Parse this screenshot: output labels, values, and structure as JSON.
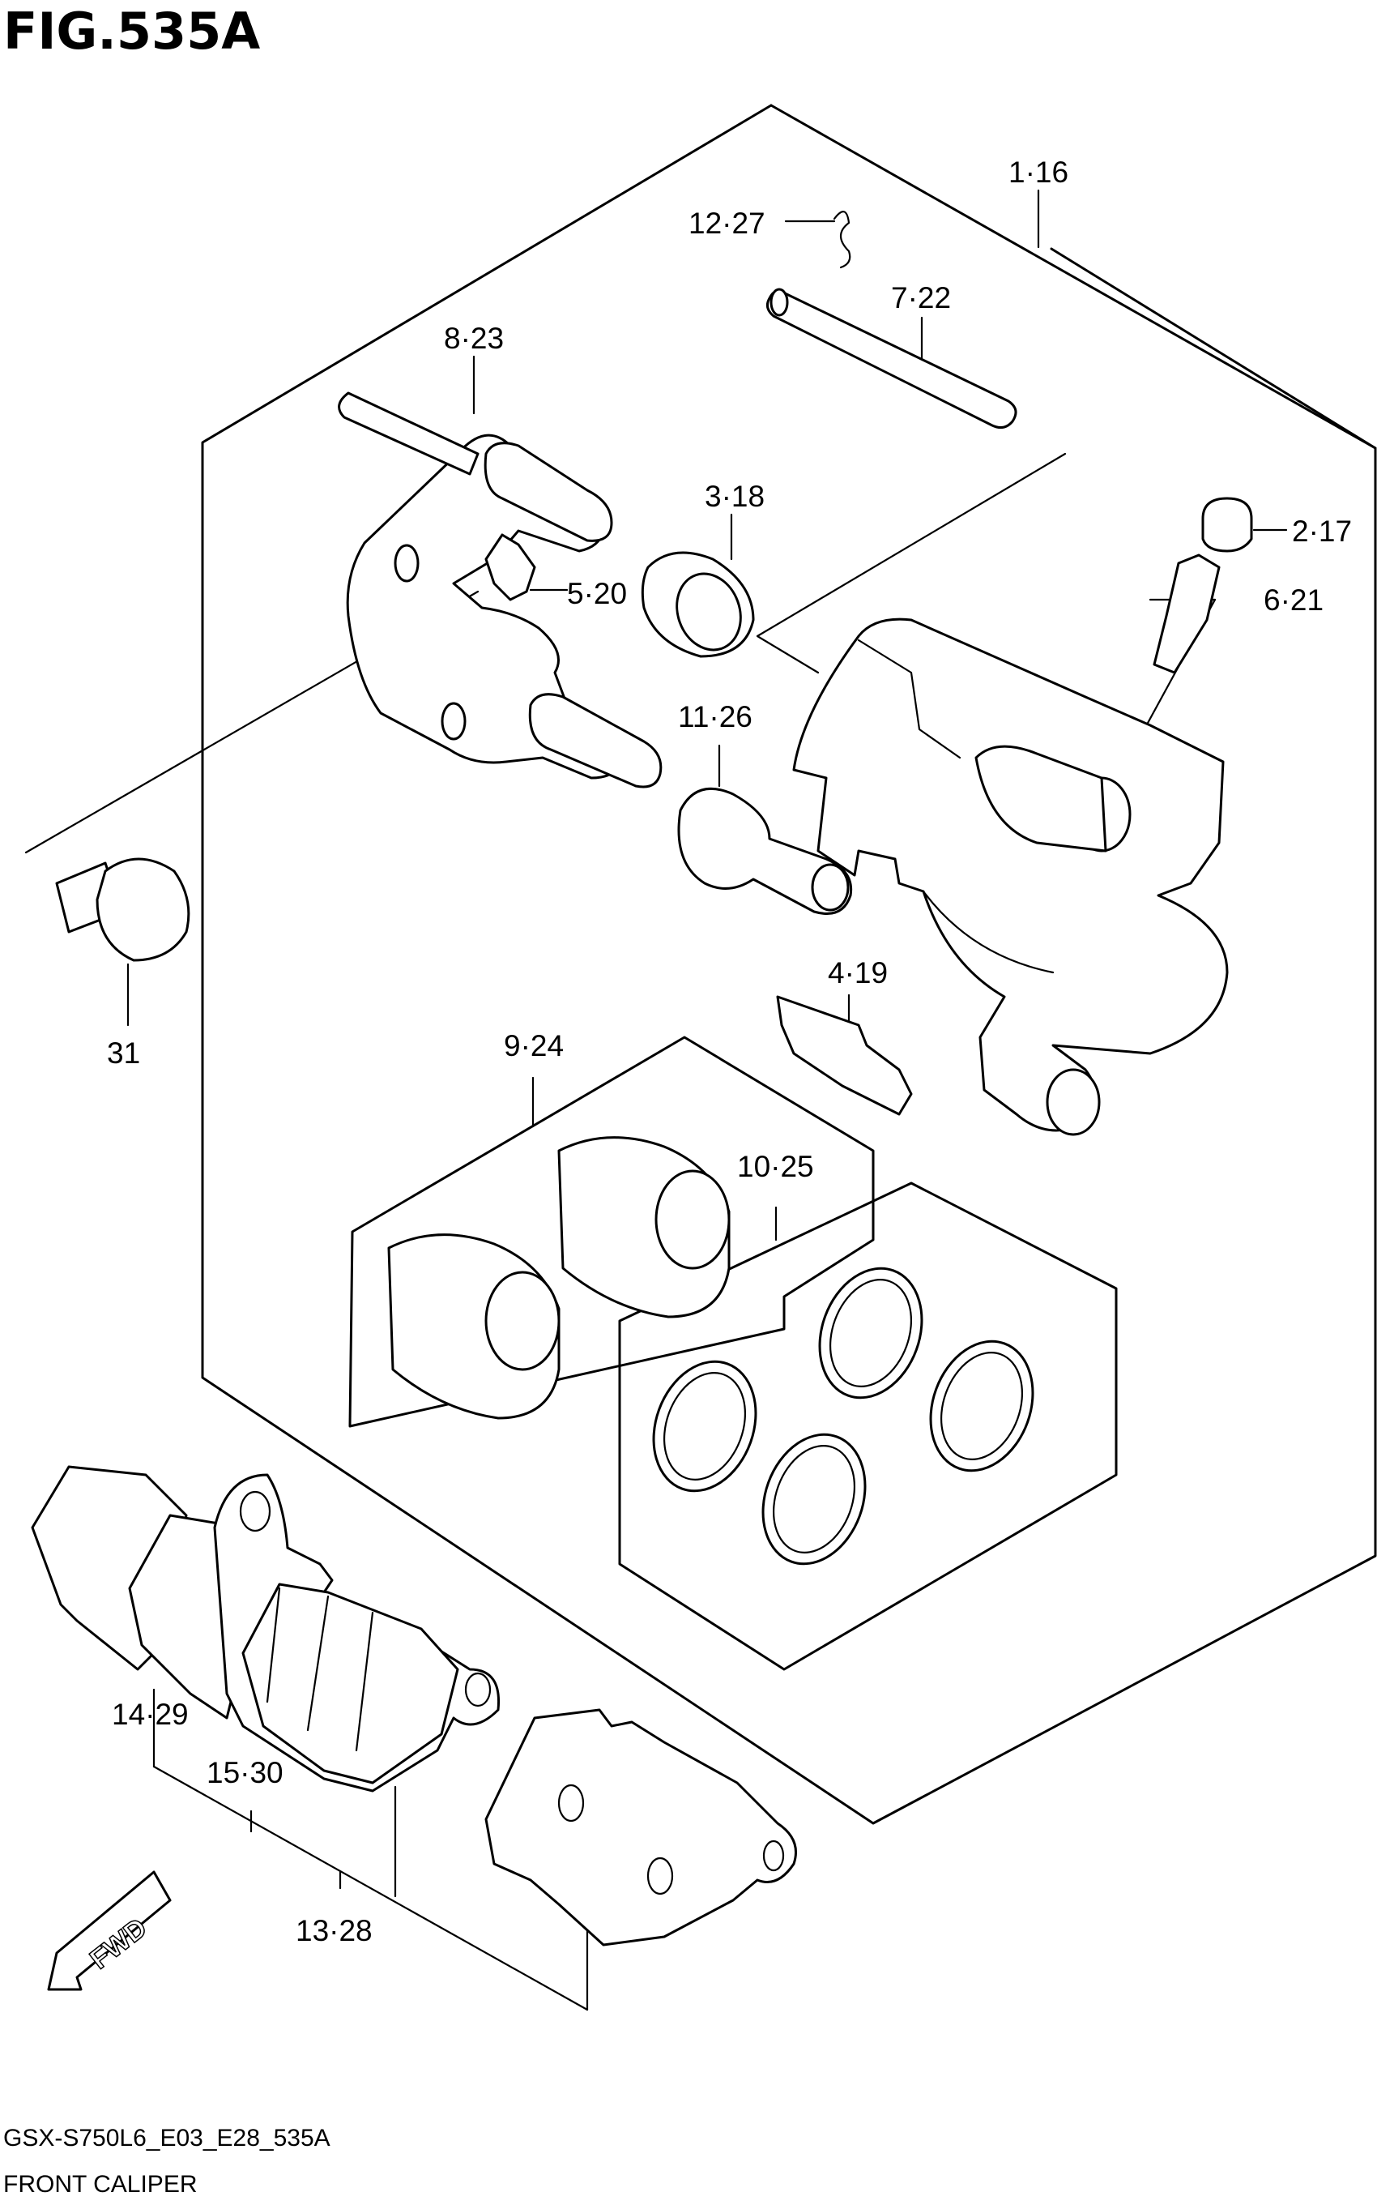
{
  "figure": {
    "title": "FIG.535A",
    "model_code": "GSX-S750L6_E03_E28_535A",
    "caption": "FRONT CALIPER",
    "fwd_label": "FWD"
  },
  "callouts": {
    "c1": "1·16",
    "c2": "2·17",
    "c3": "3·18",
    "c4": "4·19",
    "c5": "5·20",
    "c6": "6·21",
    "c7": "7·22",
    "c8": "8·23",
    "c9": "9·24",
    "c10": "10·25",
    "c11": "11·26",
    "c12": "12·27",
    "c13": "13·28",
    "c14": "14·29",
    "c15": "15·30",
    "c31": "31"
  }
}
